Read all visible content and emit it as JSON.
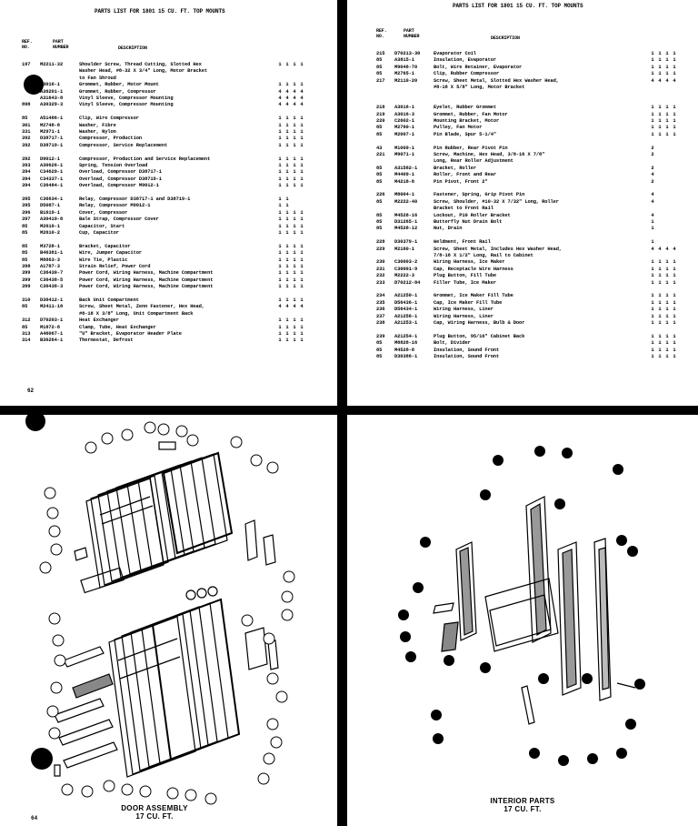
{
  "top_left": {
    "title": "PARTS LIST FOR 1801 15 CU. FT. TOP MOUNTS",
    "headers": {
      "ref": "REF. NO.",
      "part": "PART NUMBER",
      "desc": "DESCRIPTION"
    },
    "page_num": "62",
    "rows": [
      {
        "ref": "197",
        "part": "M2211-32",
        "desc": "Shoulder Screw, Thread Cutting, Slotted Hex",
        "q": [
          "1",
          "1",
          "1",
          "1"
        ]
      },
      {
        "ref": "",
        "part": "",
        "desc": "Washer Head, #8-32 X 3/4\" Long, Motor Bracket",
        "q": [
          "",
          "",
          "",
          ""
        ]
      },
      {
        "ref": "",
        "part": "",
        "desc": "to Fan Shroud",
        "q": [
          "",
          "",
          "",
          ""
        ]
      },
      {
        "ref": "",
        "part": "A3016-1",
        "desc": "Grommet, Rubber, Motor Mount",
        "q": [
          "1",
          "1",
          "1",
          "1"
        ]
      },
      {
        "ref": "",
        "part": "A36201-1",
        "desc": "Grommet, Rubber, Compressor",
        "q": [
          "4",
          "4",
          "4",
          "4"
        ]
      },
      {
        "ref": "",
        "part": "A31643-8",
        "desc": "Vinyl Sleeve, Compressor Mounting",
        "q": [
          "4",
          "4",
          "4",
          "4"
        ]
      },
      {
        "ref": "898",
        "part": "A30329-3",
        "desc": "Vinyl Sleeve, Compressor Mounting",
        "q": [
          "4",
          "4",
          "4",
          "4"
        ]
      },
      {
        "ref": "",
        "part": "",
        "desc": "",
        "q": [
          "",
          "",
          "",
          ""
        ]
      },
      {
        "ref": "85",
        "part": "A51486-1",
        "desc": "Clip, Wire Compressor",
        "q": [
          "1",
          "1",
          "1",
          "1"
        ]
      },
      {
        "ref": "301",
        "part": "M2748-8",
        "desc": "Washer, Fibre",
        "q": [
          "1",
          "1",
          "1",
          "1"
        ]
      },
      {
        "ref": "331",
        "part": "M2971-1",
        "desc": "Washer, Nylon",
        "q": [
          "1",
          "1",
          "1",
          "1"
        ]
      },
      {
        "ref": "392",
        "part": "D38717-1",
        "desc": "Compressor, Production",
        "q": [
          "1",
          "1",
          "1",
          "1"
        ]
      },
      {
        "ref": "392",
        "part": "D38719-1",
        "desc": "Compressor, Service Replacement",
        "q": [
          "1",
          "1",
          "1",
          "1"
        ]
      },
      {
        "ref": "",
        "part": "",
        "desc": "",
        "q": [
          "",
          "",
          "",
          ""
        ]
      },
      {
        "ref": "392",
        "part": "D9012-1",
        "desc": "Compressor, Production and Service Replacement",
        "q": [
          "1",
          "1",
          "1",
          "1"
        ]
      },
      {
        "ref": "393",
        "part": "A30626-1",
        "desc": "Spring, Tension Overload",
        "q": [
          "1",
          "1",
          "1",
          "1"
        ]
      },
      {
        "ref": "394",
        "part": "C34629-1",
        "desc": "Overload, Compressor D38717-1",
        "q": [
          "1",
          "1",
          "1",
          "1"
        ]
      },
      {
        "ref": "394",
        "part": "C34337-1",
        "desc": "Overload, Compressor D38719-1",
        "q": [
          "1",
          "1",
          "1",
          "1"
        ]
      },
      {
        "ref": "394",
        "part": "C36484-1",
        "desc": "Overload, Compressor M9012-1",
        "q": [
          "1",
          "1",
          "1",
          "1"
        ]
      },
      {
        "ref": "",
        "part": "",
        "desc": "",
        "q": [
          "",
          "",
          "",
          ""
        ]
      },
      {
        "ref": "395",
        "part": "C36634-1",
        "desc": "Relay, Compressor D38717-1 and D38719-1",
        "q": [
          "1",
          "1",
          "",
          ""
        ]
      },
      {
        "ref": "395",
        "part": "D5087-1",
        "desc": "Relay, Compressor M9012-1",
        "q": [
          "1",
          "1",
          "",
          ""
        ]
      },
      {
        "ref": "396",
        "part": "B1619-1",
        "desc": "Cover, Compressor",
        "q": [
          "1",
          "1",
          "1",
          "1"
        ]
      },
      {
        "ref": "397",
        "part": "A30419-8",
        "desc": "Bale Strap, Compressor Cover",
        "q": [
          "1",
          "1",
          "1",
          "1"
        ]
      },
      {
        "ref": "85",
        "part": "M2610-1",
        "desc": "Capacitor, Start",
        "q": [
          "1",
          "1",
          "1",
          "1"
        ]
      },
      {
        "ref": "85",
        "part": "M2610-2",
        "desc": "Cup, Capacitor",
        "q": [
          "1",
          "1",
          "1",
          "1"
        ]
      },
      {
        "ref": "",
        "part": "",
        "desc": "",
        "q": [
          "",
          "",
          "",
          ""
        ]
      },
      {
        "ref": "85",
        "part": "M3728-1",
        "desc": "Bracket, Capacitor",
        "q": [
          "1",
          "1",
          "1",
          "1"
        ]
      },
      {
        "ref": "85",
        "part": "B46381-1",
        "desc": "Wire, Jumper Capacitor",
        "q": [
          "1",
          "1",
          "1",
          "1"
        ]
      },
      {
        "ref": "85",
        "part": "M8863-3",
        "desc": "Wire Tie, Plastic",
        "q": [
          "1",
          "1",
          "1",
          "1"
        ]
      },
      {
        "ref": "398",
        "part": "A1787-3",
        "desc": "Strain Relief, Power Cord",
        "q": [
          "1",
          "1",
          "1",
          "1"
        ]
      },
      {
        "ref": "399",
        "part": "C36430-7",
        "desc": "Power Cord, Wiring Harness, Machine Compartment",
        "q": [
          "1",
          "1",
          "1",
          "1"
        ]
      },
      {
        "ref": "399",
        "part": "C36438-5",
        "desc": "Power Cord, Wiring Harness, Machine Compartment",
        "q": [
          "1",
          "1",
          "1",
          "1"
        ]
      },
      {
        "ref": "399",
        "part": "C36438-3",
        "desc": "Power Cord, Wiring Harness, Machine Compartment",
        "q": [
          "1",
          "1",
          "1",
          "1"
        ]
      },
      {
        "ref": "",
        "part": "",
        "desc": "",
        "q": [
          "",
          "",
          "",
          ""
        ]
      },
      {
        "ref": "310",
        "part": "D36412-1",
        "desc": "Back Unit Compartment",
        "q": [
          "1",
          "1",
          "1",
          "1"
        ]
      },
      {
        "ref": "85",
        "part": "M2411-18",
        "desc": "Screw, Sheet Metal, Zenn Fastener, Hex Head,",
        "q": [
          "4",
          "4",
          "4",
          "4"
        ]
      },
      {
        "ref": "",
        "part": "",
        "desc": "#8-18 X 3/8\" Long, Unit Compartment Back",
        "q": [
          "",
          "",
          "",
          ""
        ]
      },
      {
        "ref": "312",
        "part": "D70203-1",
        "desc": "Heat Exchanger",
        "q": [
          "1",
          "1",
          "1",
          "1"
        ]
      },
      {
        "ref": "85",
        "part": "M1872-8",
        "desc": "Clamp, Tube, Heat Exchanger",
        "q": [
          "1",
          "1",
          "1",
          "1"
        ]
      },
      {
        "ref": "313",
        "part": "A46067-1",
        "desc": "\"U\" Bracket, Evaporator Header Plate",
        "q": [
          "1",
          "1",
          "1",
          "1"
        ]
      },
      {
        "ref": "314",
        "part": "B36264-1",
        "desc": "Thermostat, Defrost",
        "q": [
          "1",
          "1",
          "1",
          "1"
        ]
      }
    ]
  },
  "top_right": {
    "title": "PARTS LIST FOR 1801 15 CU. FT. TOP MOUNTS",
    "headers": {
      "ref": "REF. NO.",
      "part": "PART NUMBER",
      "desc": "DESCRIPTION"
    },
    "rows": [
      {
        "ref": "215",
        "part": "D70213-30",
        "desc": "Evaporator Coil",
        "q": [
          "1",
          "1",
          "1",
          "1"
        ]
      },
      {
        "ref": "85",
        "part": "A3815-1",
        "desc": "Insulation, Evaporator",
        "q": [
          "1",
          "1",
          "1",
          "1"
        ]
      },
      {
        "ref": "85",
        "part": "M9048-70",
        "desc": "Bolt, Wire Retainer, Evaporator",
        "q": [
          "1",
          "1",
          "1",
          "1"
        ]
      },
      {
        "ref": "85",
        "part": "M2765-1",
        "desc": "Clip, Rubber Compressor",
        "q": [
          "1",
          "1",
          "1",
          "1"
        ]
      },
      {
        "ref": "217",
        "part": "M2110-20",
        "desc": "Screw, Sheet Metal, Slotted Hex Washer Head,",
        "q": [
          "4",
          "4",
          "4",
          "4"
        ]
      },
      {
        "ref": "",
        "part": "",
        "desc": "#8-18 X 5/8\" Long, Motor Bracket",
        "q": [
          "",
          "",
          "",
          ""
        ]
      },
      {
        "ref": "",
        "part": "",
        "desc": "",
        "q": [
          "",
          "",
          "",
          ""
        ]
      },
      {
        "ref": "",
        "part": "",
        "desc": "",
        "q": [
          "",
          "",
          "",
          ""
        ]
      },
      {
        "ref": "218",
        "part": "A3016-1",
        "desc": "Eyelet, Rubber Grommet",
        "q": [
          "1",
          "1",
          "1",
          "1"
        ]
      },
      {
        "ref": "219",
        "part": "A3016-3",
        "desc": "Grommet, Rubber, Fan Motor",
        "q": [
          "1",
          "1",
          "1",
          "1"
        ]
      },
      {
        "ref": "220",
        "part": "C2602-1",
        "desc": "Mounting Bracket, Motor",
        "q": [
          "1",
          "1",
          "1",
          "1"
        ]
      },
      {
        "ref": "85",
        "part": "M2760-1",
        "desc": "Pulley, Fan Motor",
        "q": [
          "1",
          "1",
          "1",
          "1"
        ]
      },
      {
        "ref": "85",
        "part": "M2007-1",
        "desc": "Pin Blade, Spur 5-1/4\"",
        "q": [
          "1",
          "1",
          "1",
          "1"
        ]
      },
      {
        "ref": "",
        "part": "",
        "desc": "",
        "q": [
          "",
          "",
          "",
          ""
        ]
      },
      {
        "ref": "43",
        "part": "M1009-1",
        "desc": "Pin Rubber, Rear Pivot Pin",
        "q": [
          "2",
          "",
          "",
          ""
        ]
      },
      {
        "ref": "221",
        "part": "M9071-1",
        "desc": "Screw, Machine, Hex Head, 3/8-16 X 7/8\"",
        "q": [
          "2",
          "",
          "",
          ""
        ]
      },
      {
        "ref": "",
        "part": "",
        "desc": "Long, Rear Roller Adjustment",
        "q": [
          "",
          "",
          "",
          ""
        ]
      },
      {
        "ref": "85",
        "part": "A31582-1",
        "desc": "Bracket, Roller",
        "q": [
          "2",
          "",
          "",
          ""
        ]
      },
      {
        "ref": "85",
        "part": "M4409-1",
        "desc": "Roller, Front and Rear",
        "q": [
          "4",
          "",
          "",
          ""
        ]
      },
      {
        "ref": "85",
        "part": "M4218-8",
        "desc": "Pin Pivot, Front 2\"",
        "q": [
          "2",
          "",
          "",
          ""
        ]
      },
      {
        "ref": "",
        "part": "",
        "desc": "",
        "q": [
          "",
          "",
          "",
          ""
        ]
      },
      {
        "ref": "226",
        "part": "M8004-1",
        "desc": "Fastener, Spring, Grip Pivot Pin",
        "q": [
          "4",
          "",
          "",
          ""
        ]
      },
      {
        "ref": "85",
        "part": "M2222-40",
        "desc": "Screw, Shoulder, #10-32 X 7/32\" Long, Roller",
        "q": [
          "4",
          "",
          "",
          ""
        ]
      },
      {
        "ref": "",
        "part": "",
        "desc": "Bracket to Front Rail",
        "q": [
          "",
          "",
          "",
          ""
        ]
      },
      {
        "ref": "85",
        "part": "M4528-16",
        "desc": "Lockout, P10 Roller Bracket",
        "q": [
          "4",
          "",
          "",
          ""
        ]
      },
      {
        "ref": "85",
        "part": "D31265-1",
        "desc": "Butterfly Nut Drain Bolt",
        "q": [
          "1",
          "",
          "",
          ""
        ]
      },
      {
        "ref": "85",
        "part": "M4528-12",
        "desc": "Nut, Drain",
        "q": [
          "1",
          "",
          "",
          ""
        ]
      },
      {
        "ref": "",
        "part": "",
        "desc": "",
        "q": [
          "",
          "",
          "",
          ""
        ]
      },
      {
        "ref": "228",
        "part": "D30379-1",
        "desc": "Weldment, Front Rail",
        "q": [
          "1",
          "",
          "",
          ""
        ]
      },
      {
        "ref": "229",
        "part": "M2160-1",
        "desc": "Screw, Sheet Metal, Includes Hex Washer Head,",
        "q": [
          "4",
          "4",
          "4",
          "4"
        ]
      },
      {
        "ref": "",
        "part": "",
        "desc": "7/8-18 X 1/2\" Long, Rail to Cabinet",
        "q": [
          "",
          "",
          "",
          ""
        ]
      },
      {
        "ref": "230",
        "part": "C30003-2",
        "desc": "Wiring Harness, Ice Maker",
        "q": [
          "1",
          "1",
          "1",
          "1"
        ]
      },
      {
        "ref": "231",
        "part": "C30001-9",
        "desc": "Cap, Receptacle Wire Harness",
        "q": [
          "1",
          "1",
          "1",
          "1"
        ]
      },
      {
        "ref": "232",
        "part": "M2222-3",
        "desc": "Plug Button, Fill Tube",
        "q": [
          "1",
          "1",
          "1",
          "1"
        ]
      },
      {
        "ref": "233",
        "part": "D70212-84",
        "desc": "Filler Tube, Ice Maker",
        "q": [
          "1",
          "1",
          "1",
          "1"
        ]
      },
      {
        "ref": "",
        "part": "",
        "desc": "",
        "q": [
          "",
          "",
          "",
          ""
        ]
      },
      {
        "ref": "234",
        "part": "A21250-1",
        "desc": "Grommet, Ice Maker Fill Tube",
        "q": [
          "1",
          "1",
          "1",
          "1"
        ]
      },
      {
        "ref": "235",
        "part": "D56436-1",
        "desc": "Cap, Ice Maker Fill Tube",
        "q": [
          "1",
          "1",
          "1",
          "1"
        ]
      },
      {
        "ref": "236",
        "part": "D56434-1",
        "desc": "Wiring Harness, Liner",
        "q": [
          "1",
          "1",
          "1",
          "1"
        ]
      },
      {
        "ref": "237",
        "part": "A21256-1",
        "desc": "Wiring Harness, Liner",
        "q": [
          "1",
          "1",
          "1",
          "1"
        ]
      },
      {
        "ref": "238",
        "part": "A21253-1",
        "desc": "Cap, Wiring Harness, Bulb & Door",
        "q": [
          "1",
          "1",
          "1",
          "1"
        ]
      },
      {
        "ref": "",
        "part": "",
        "desc": "",
        "q": [
          "",
          "",
          "",
          ""
        ]
      },
      {
        "ref": "239",
        "part": "A21254-1",
        "desc": "Plug Button, 95/16\" Cabinet Back",
        "q": [
          "1",
          "1",
          "1",
          "1"
        ]
      },
      {
        "ref": "85",
        "part": "M8828-16",
        "desc": "Bolt, Divider",
        "q": [
          "1",
          "1",
          "1",
          "1"
        ]
      },
      {
        "ref": "85",
        "part": "M4528-8",
        "desc": "Insulation, Sound Front",
        "q": [
          "1",
          "1",
          "1",
          "1"
        ]
      },
      {
        "ref": "85",
        "part": "D30386-1",
        "desc": "Insulation, Sound Front",
        "q": [
          "1",
          "1",
          "1",
          "1"
        ]
      }
    ]
  },
  "bottom_left": {
    "caption_line1": "DOOR ASSEMBLY",
    "caption_line2": "17 CU. FT.",
    "page_num": "64"
  },
  "bottom_right": {
    "caption_line1": "INTERIOR PARTS",
    "caption_line2": "17 CU. FT."
  }
}
